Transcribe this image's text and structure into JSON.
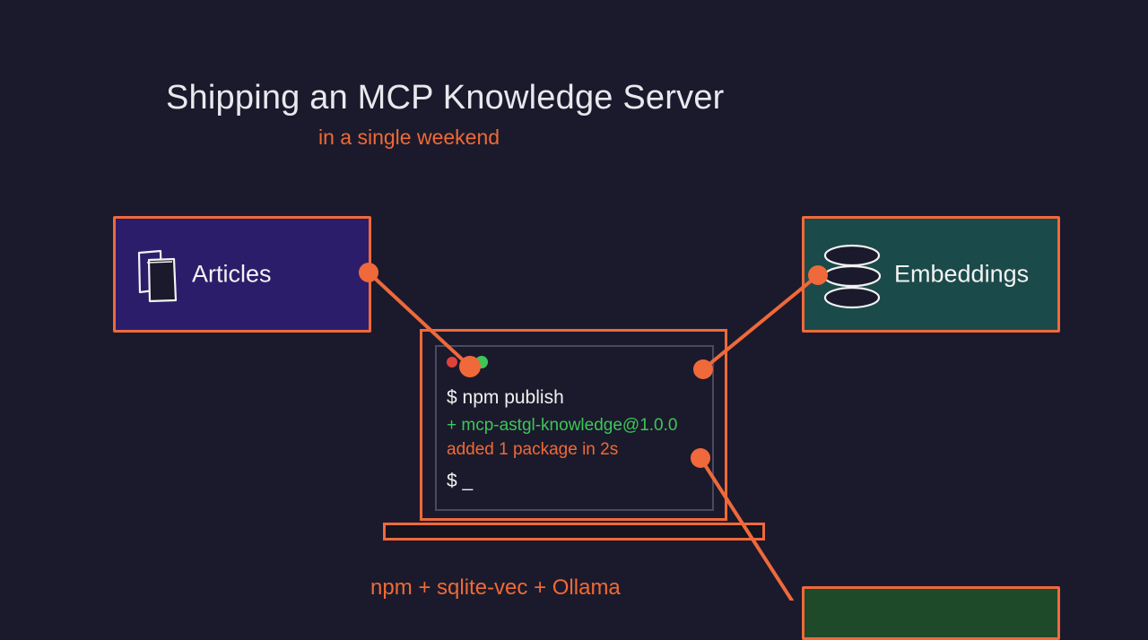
{
  "header": {
    "title": "Shipping an MCP Knowledge Server",
    "subtitle": "in a single weekend"
  },
  "nodes": {
    "articles": {
      "label": "Articles",
      "icon": "documents-icon",
      "color": "#2c1d6a"
    },
    "embeddings": {
      "label": "Embeddings",
      "icon": "vector-stack-icon",
      "color": "#1b4a4a"
    },
    "partial_node": {
      "label": "",
      "color": "#1f4a2a"
    }
  },
  "terminal": {
    "line1": "$ npm publish",
    "line2": "+ mcp-astgl-knowledge@1.0.0",
    "line3": "added 1 package in 2s",
    "line4": "$ _"
  },
  "footer": {
    "stack": "npm + sqlite-vec + Ollama"
  },
  "colors": {
    "background": "#1b1a2c",
    "accent": "#f0693a",
    "success": "#3cc658"
  }
}
